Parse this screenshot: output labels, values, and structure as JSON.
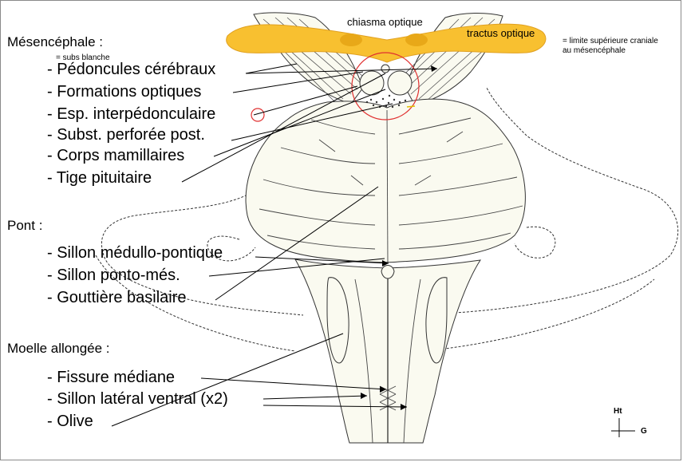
{
  "sections": {
    "mesencephale": {
      "title": "Mésencéphale :",
      "note": "= subs blanche",
      "items": [
        "- Pédoncules cérébraux",
        "- Formations optiques",
        "- Esp. interpédonculaire",
        "- Subst. perforée post.",
        "- Corps mamillaires",
        "- Tige pituitaire"
      ]
    },
    "pont": {
      "title": "Pont :",
      "items": [
        "- Sillon médullo-pontique",
        "- Sillon ponto-més.",
        "- Gouttière basilaire"
      ]
    },
    "moelle": {
      "title": "Moelle allongée :",
      "items": [
        "- Fissure médiane",
        "- Sillon latéral ventral (x2)",
        "- Olive"
      ]
    }
  },
  "annotations": {
    "chiasma": "chiasma optique",
    "tractus": "tractus optique",
    "limite_line1": "= limite supérieure craniale",
    "limite_line2": "au mésencéphale"
  },
  "orientation": {
    "up": "Ht",
    "side": "G"
  },
  "colors": {
    "optic": "#f8c030",
    "optic_dark": "#e0a020",
    "circle": "#e03030",
    "line": "#000000"
  }
}
